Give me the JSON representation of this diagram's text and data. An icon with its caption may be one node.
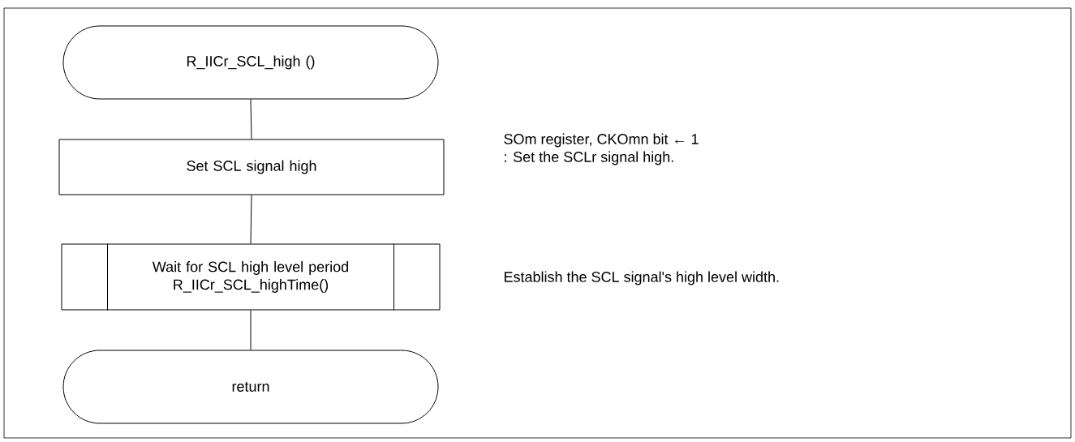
{
  "diagram": {
    "nodes": [
      {
        "text": [
          "R_IICr_SCL_high ()"
        ]
      },
      {
        "text": [
          "Set SCL signal high"
        ],
        "beside": [
          "SOm register, CKOmn bit ← 1",
          ": Set the SCLr signal high."
        ]
      },
      {
        "text": [
          "Wait for SCL high level period R_IICr_SCL_highTime()"
        ]
      },
      {
        "text": [
          "return"
        ]
      }
    ],
    "edges": [
      {
        "from": 0,
        "to": 1,
        "arrow": "none"
      },
      {
        "from": 1,
        "to": 2,
        "arrow": "none"
      },
      {
        "from": 2,
        "to": 3,
        "arrow": "none"
      }
    ],
    "labels": [
      "Establish the SCL signal's high level width."
    ]
  }
}
